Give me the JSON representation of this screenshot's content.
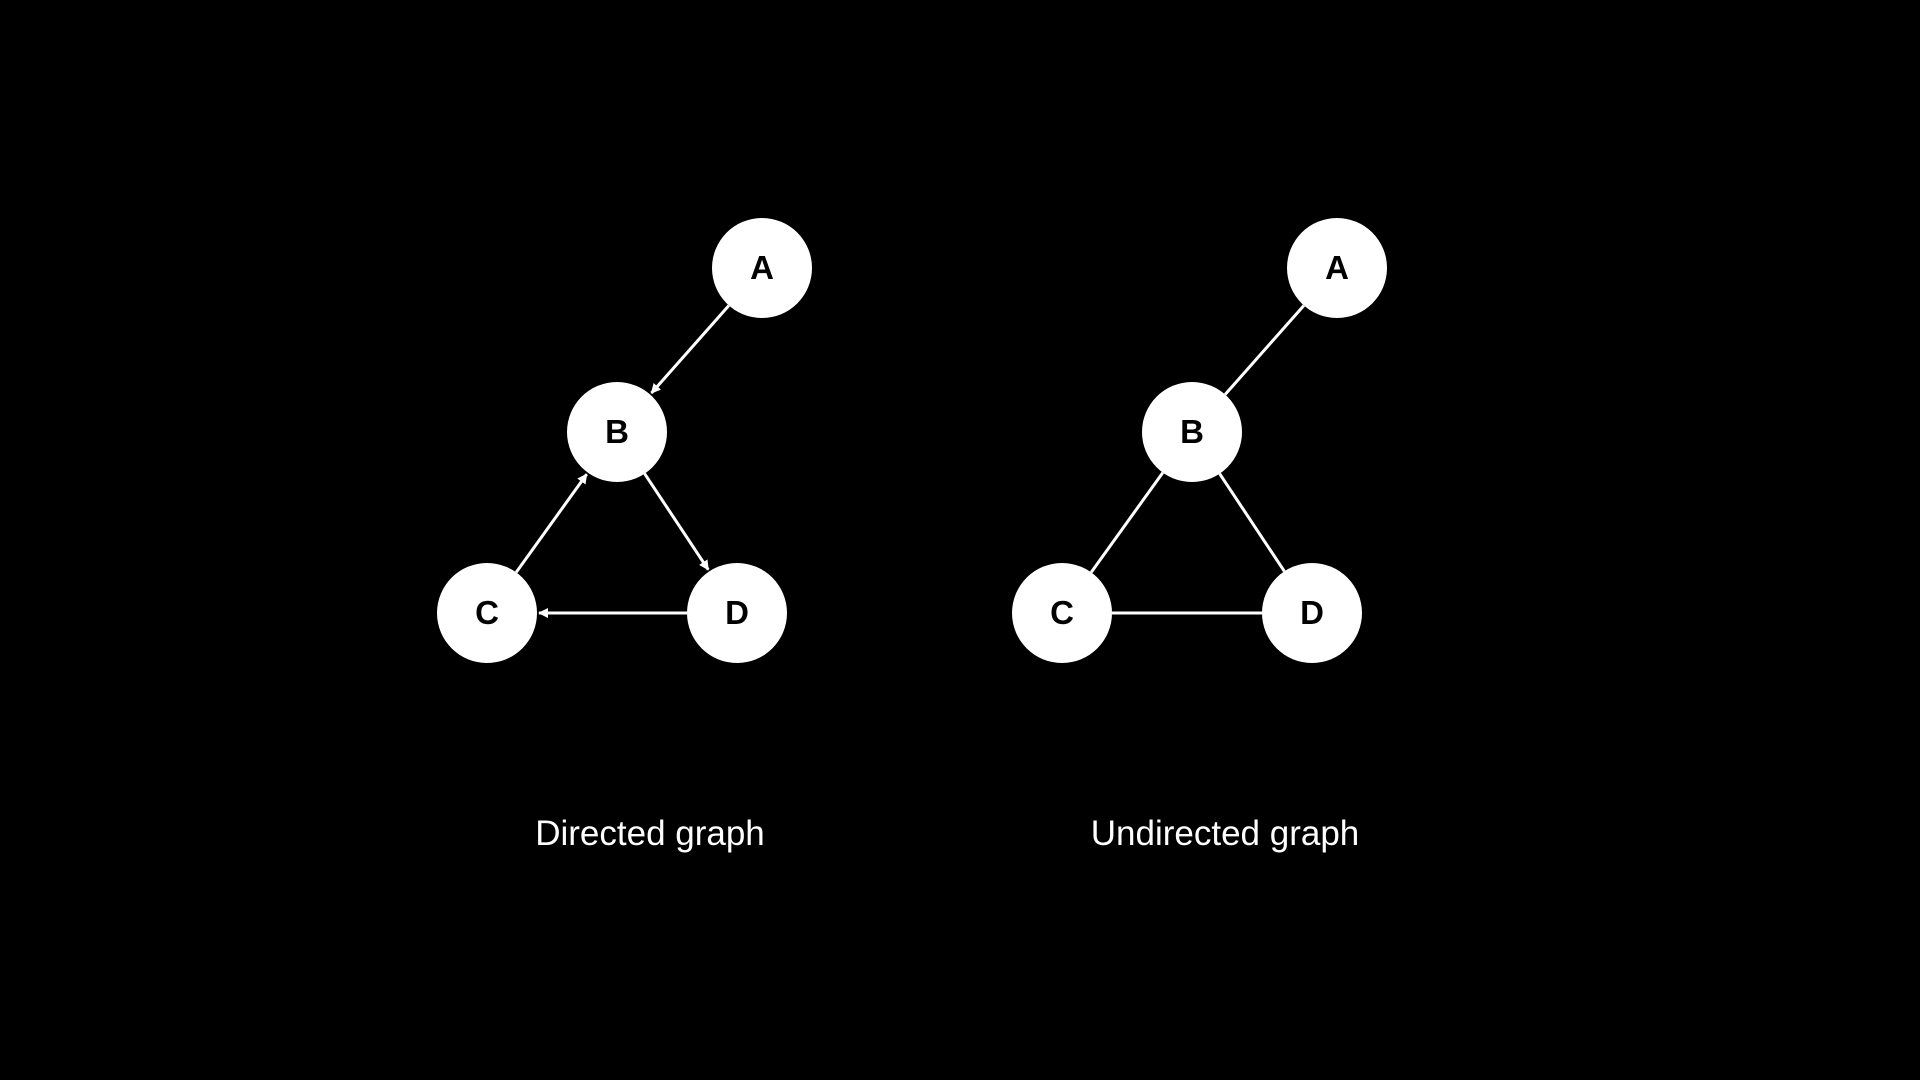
{
  "colors": {
    "background": "#000000",
    "node_fill": "#ffffff",
    "node_text": "#000000",
    "edge": "#ffffff",
    "caption": "#ffffff"
  },
  "graphs": [
    {
      "caption": "Directed graph",
      "directed": true,
      "nodes": [
        {
          "id": "A",
          "label": "A"
        },
        {
          "id": "B",
          "label": "B"
        },
        {
          "id": "C",
          "label": "C"
        },
        {
          "id": "D",
          "label": "D"
        }
      ],
      "edges": [
        {
          "from": "A",
          "to": "B"
        },
        {
          "from": "B",
          "to": "D"
        },
        {
          "from": "D",
          "to": "C"
        },
        {
          "from": "C",
          "to": "B"
        }
      ]
    },
    {
      "caption": "Undirected graph",
      "directed": false,
      "nodes": [
        {
          "id": "A",
          "label": "A"
        },
        {
          "id": "B",
          "label": "B"
        },
        {
          "id": "C",
          "label": "C"
        },
        {
          "id": "D",
          "label": "D"
        }
      ],
      "edges": [
        {
          "from": "A",
          "to": "B"
        },
        {
          "from": "B",
          "to": "D"
        },
        {
          "from": "D",
          "to": "C"
        },
        {
          "from": "C",
          "to": "B"
        }
      ]
    }
  ]
}
